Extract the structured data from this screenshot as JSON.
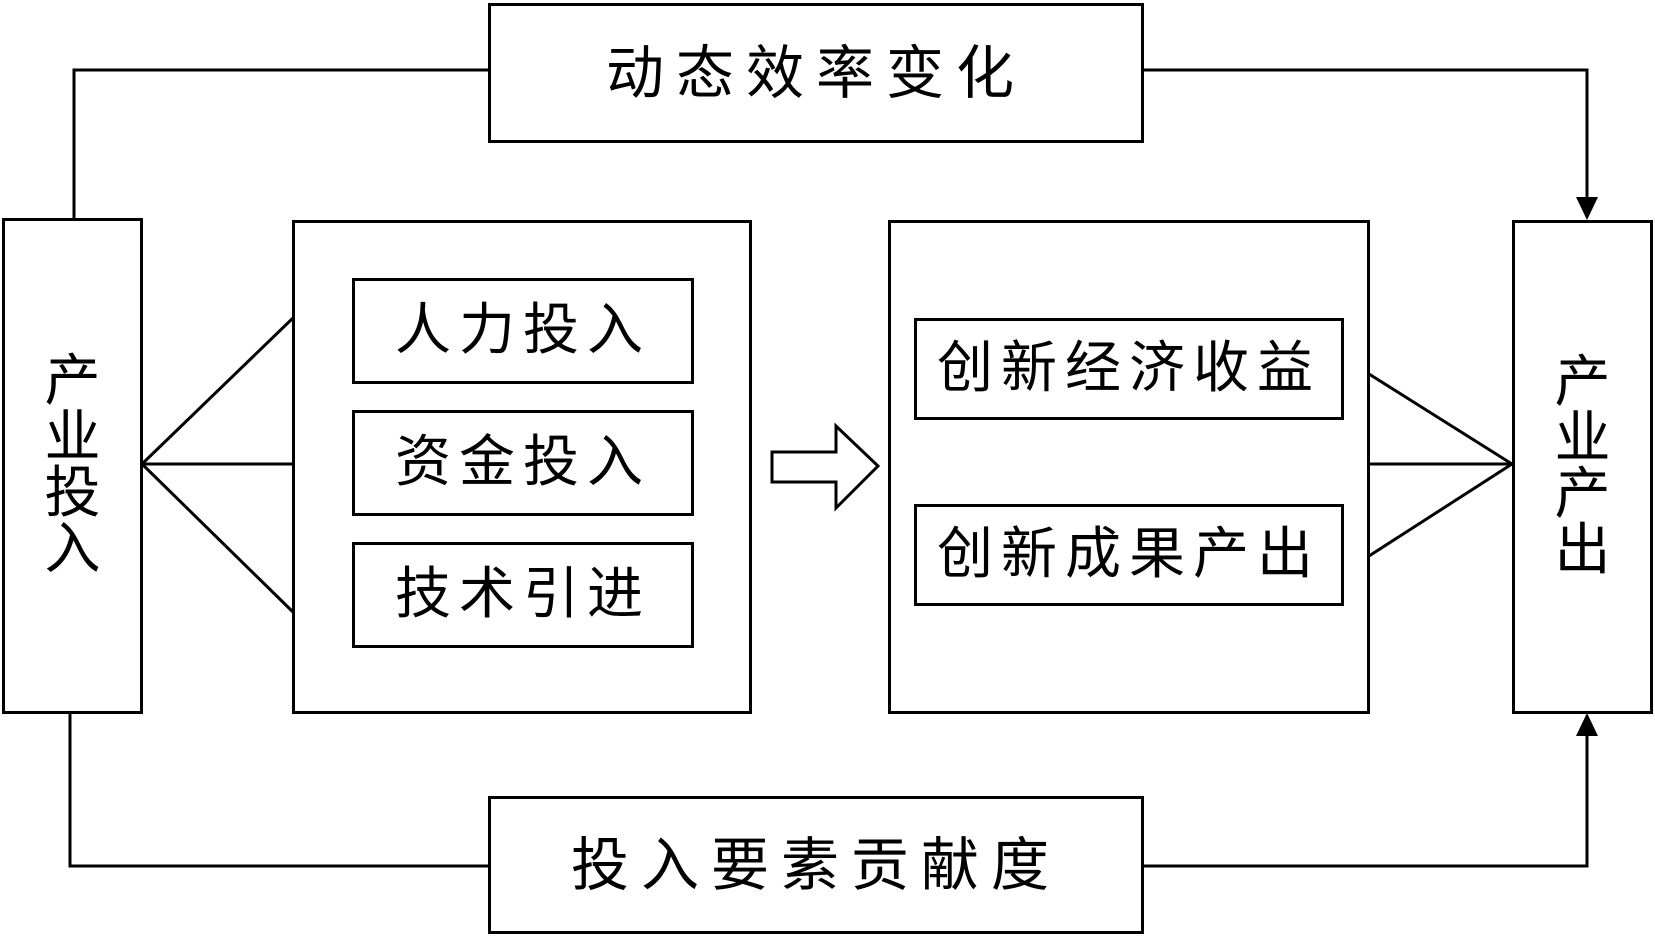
{
  "top_box": "动态效率变化",
  "bottom_box": "投入要素贡献度",
  "left_box": "产业投入",
  "right_box": "产业产出",
  "input_group": [
    "人力投入",
    "资金投入",
    "技术引进"
  ],
  "output_group": [
    "创新经济收益",
    "创新成果产出"
  ]
}
